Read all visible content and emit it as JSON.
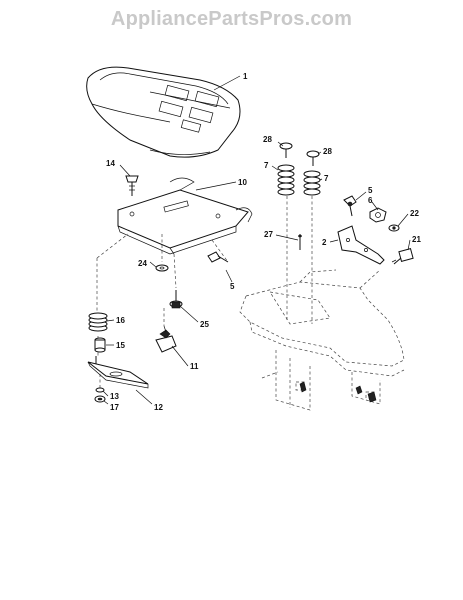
{
  "watermark": "AppliancePartsPros.com",
  "callouts": {
    "c1": "1",
    "c2": "2",
    "c5a": "5",
    "c5b": "5",
    "c6": "6",
    "c7a": "7",
    "c7b": "7",
    "c10": "10",
    "c11": "11",
    "c12": "12",
    "c13": "13",
    "c14": "14",
    "c15": "15",
    "c16": "16",
    "c17": "17",
    "c21": "21",
    "c22": "22",
    "c24": "24",
    "c25": "25",
    "c27": "27",
    "c28a": "28",
    "c28b": "28"
  }
}
